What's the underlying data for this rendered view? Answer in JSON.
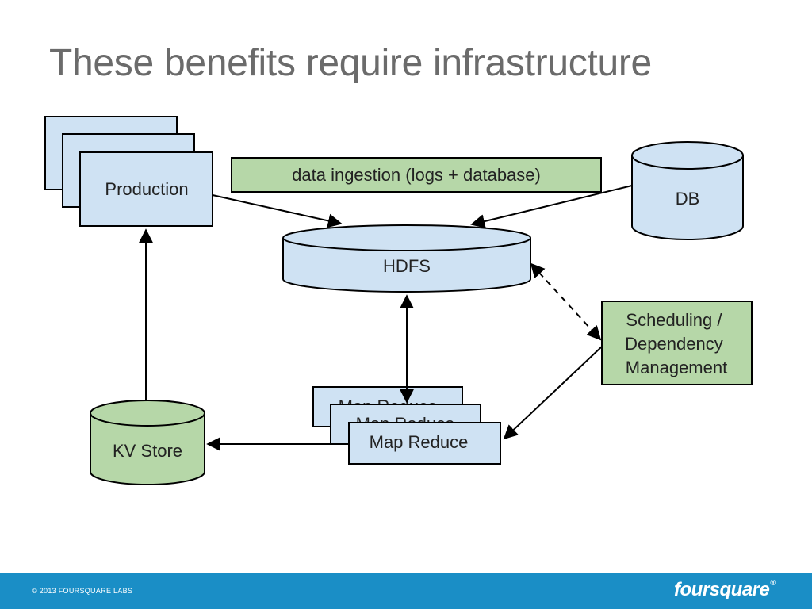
{
  "slide": {
    "title": "These benefits require infrastructure"
  },
  "diagram": {
    "production": "Production",
    "ingestion": "data ingestion (logs + database)",
    "db": "DB",
    "hdfs": "HDFS",
    "scheduling": [
      "Scheduling /",
      "Dependency",
      "Management"
    ],
    "map_reduce": "Map Reduce",
    "kv_store": "KV Store"
  },
  "colors": {
    "blue_fill": "#cfe2f3",
    "green_fill": "#b6d7a8",
    "footer": "#1a8ec6"
  },
  "footer": {
    "copyright": "© 2013 FOURSQUARE LABS",
    "logo_text": "foursquare",
    "logo_mark": "®"
  }
}
